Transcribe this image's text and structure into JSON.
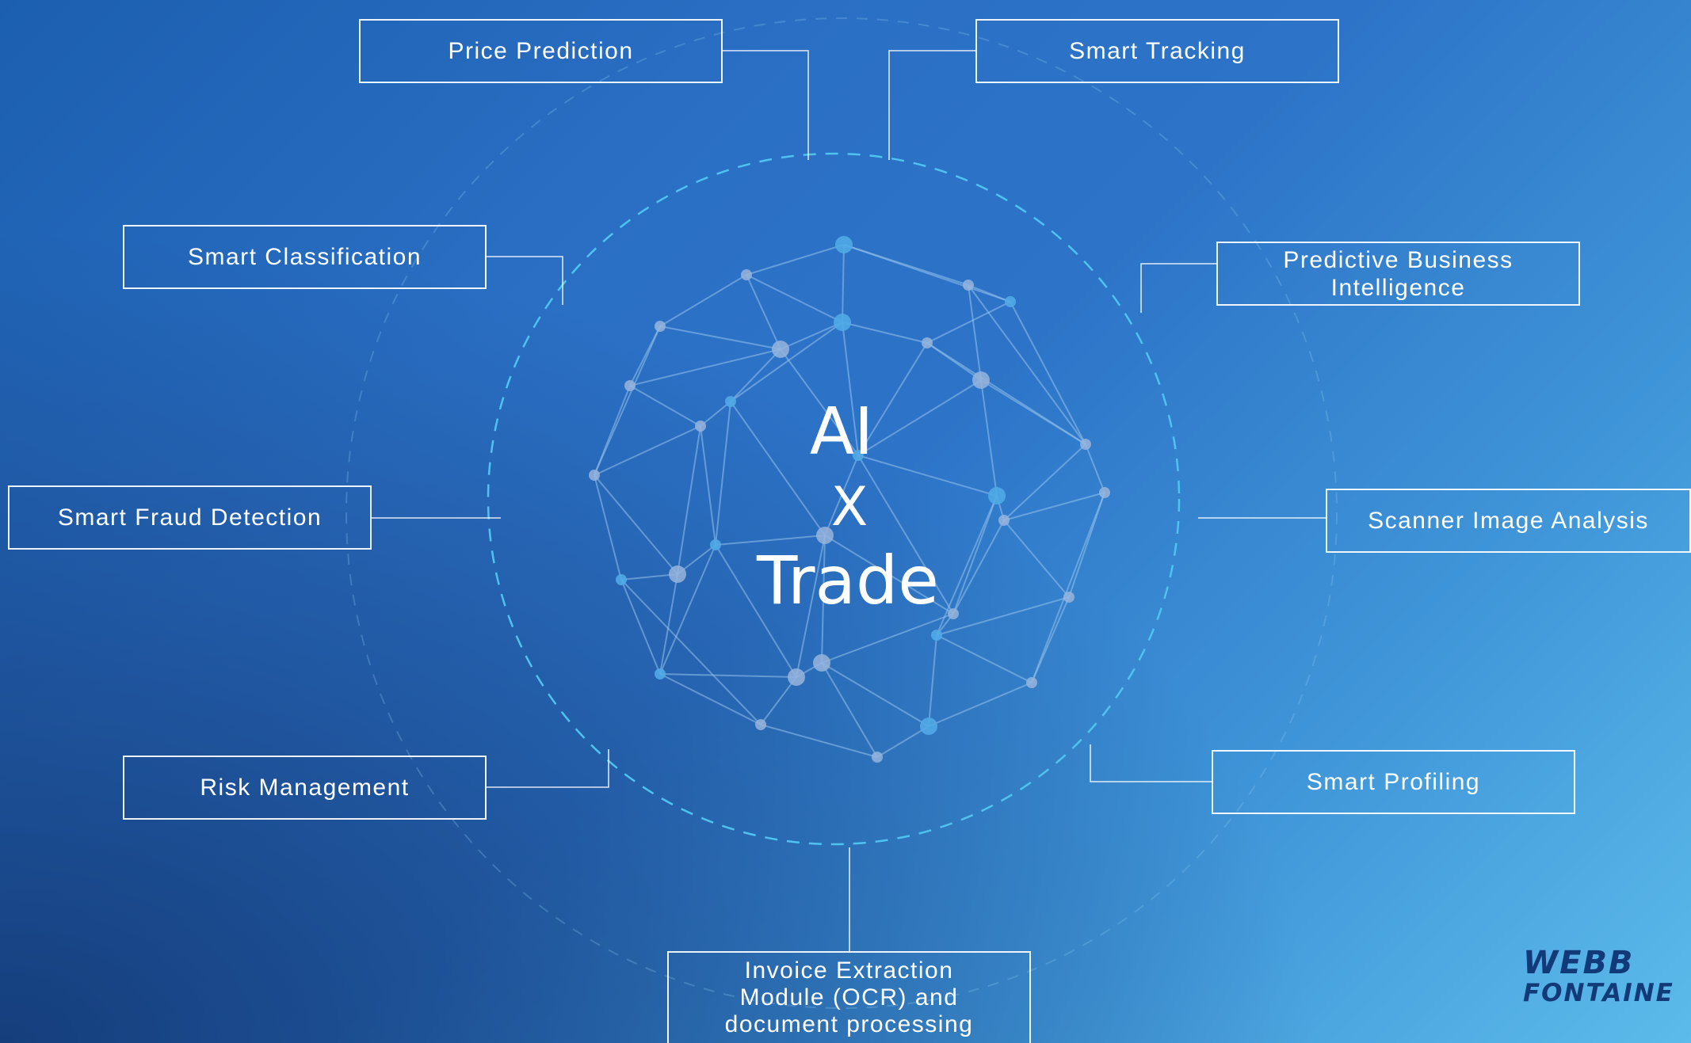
{
  "diagram": {
    "center": {
      "line1": "AI",
      "line2": "X",
      "line3": "Trade"
    },
    "nodes": [
      {
        "id": "price-prediction",
        "label": "Price Prediction"
      },
      {
        "id": "smart-tracking",
        "label": "Smart Tracking"
      },
      {
        "id": "smart-classification",
        "label": "Smart Classification"
      },
      {
        "id": "predictive-bi",
        "label": "Predictive Business Intelligence"
      },
      {
        "id": "smart-fraud-detection",
        "label": "Smart Fraud Detection"
      },
      {
        "id": "scanner-image-analysis",
        "label": "Scanner Image Analysis"
      },
      {
        "id": "risk-management",
        "label": "Risk Management"
      },
      {
        "id": "smart-profiling",
        "label": "Smart Profiling"
      },
      {
        "id": "invoice-extraction",
        "label": "Invoice Extraction Module (OCR) and document processing"
      }
    ]
  },
  "logo": {
    "line1": "WEBB",
    "line2": "FONTAINE"
  },
  "colors": {
    "accent": "#4fc3f0",
    "line": "#ffffff",
    "logo": "#123a78"
  }
}
